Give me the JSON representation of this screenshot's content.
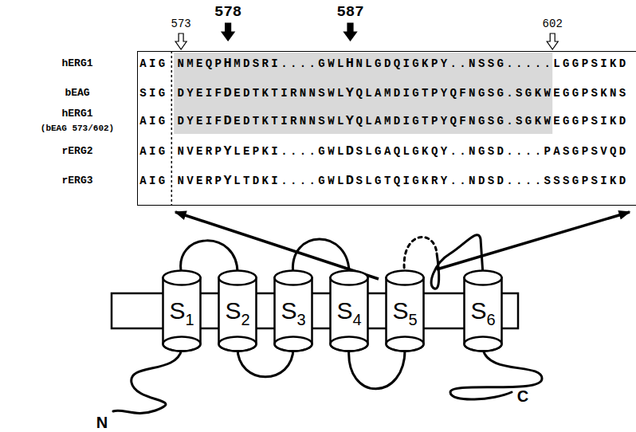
{
  "diagram": {
    "nodes": [
      {
        "text": [
          "AIG NMEQPHMDSRI....GWLHNLGDQIGKPY..NSSG.....LGGPSIKD",
          "SIG DYEIFDEDTKTIRNNSWLYQLAMDIGTPYQFNGSG.SGKWEGGPSKNS",
          "AIG DYEIFDEDTKTIRNNSWLYQLAMDIGTPYQFNGSG.SGKWEGGPSIKD",
          "AIG NVERPYLEPKI....GWLDSLGAQLGKQY..NGSD....PASGPSVQD",
          "AIG NVERPYLTDKI....GWLDSLGTQIGKRY..NDSD....SSSGPSIKD"
        ]
      },
      {
        "text": [
          "S1"
        ]
      },
      {
        "text": [
          "S2"
        ]
      },
      {
        "text": [
          "S3"
        ]
      },
      {
        "text": [
          "S4"
        ]
      },
      {
        "text": [
          "S5"
        ]
      },
      {
        "text": [
          "S6"
        ]
      }
    ],
    "labels": [
      "573",
      "578",
      "587",
      "602",
      "hERG1",
      "bEAG",
      "hERG1",
      "(bEAG 573/602)",
      "rERG2",
      "rERG3",
      "N",
      "C"
    ]
  }
}
